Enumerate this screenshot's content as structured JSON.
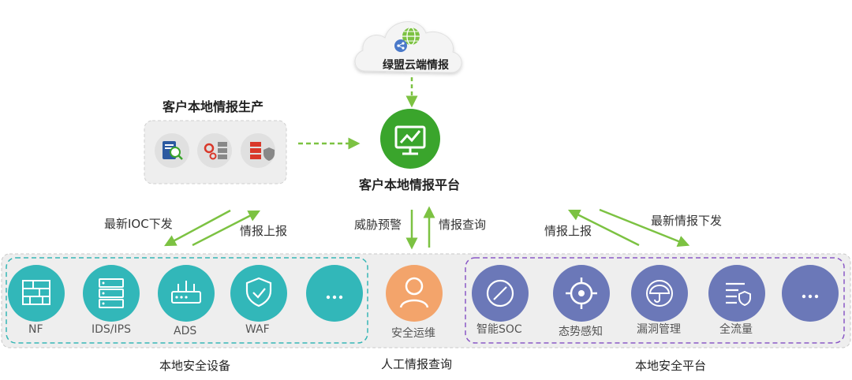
{
  "cloud": {
    "label": "绿盟云端情报"
  },
  "local_production": {
    "title": "客户本地情报生产"
  },
  "platform": {
    "label": "客户本地情报平台"
  },
  "flows": {
    "latest_ioc": "最新IOC下发",
    "report_up_left": "情报上报",
    "threat_warning": "威胁预警",
    "intel_query": "情报查询",
    "report_up_right": "情报上报",
    "latest_intel": "最新情报下发"
  },
  "devices": {
    "group_label": "本地安全设备",
    "items": [
      {
        "name": "NF",
        "icon": "firewall-icon"
      },
      {
        "name": "IDS/IPS",
        "icon": "server-rack-icon"
      },
      {
        "name": "ADS",
        "icon": "router-icon"
      },
      {
        "name": "WAF",
        "icon": "shield-check-icon"
      },
      {
        "name": "",
        "icon": "more-icon"
      }
    ]
  },
  "ops": {
    "name": "安全运维",
    "label": "人工情报查询",
    "icon": "user-icon"
  },
  "platforms": {
    "group_label": "本地安全平台",
    "items": [
      {
        "name": "智能SOC",
        "icon": "compass-icon"
      },
      {
        "name": "态势感知",
        "icon": "target-icon"
      },
      {
        "name": "漏洞管理",
        "icon": "umbrella-icon"
      },
      {
        "name": "全流量",
        "icon": "flow-list-icon"
      },
      {
        "name": "",
        "icon": "more-icon"
      }
    ]
  },
  "colors": {
    "teal": "#32b7b9",
    "green": "#3aa52c",
    "arrow_green": "#7cc242",
    "purple": "#6b78b8",
    "orange": "#f3a46b",
    "panel_gray": "#eeeeee",
    "panel_border": "#c8c8c8",
    "teal_dash": "#36b6b5",
    "purple_dash": "#8a58c6"
  }
}
